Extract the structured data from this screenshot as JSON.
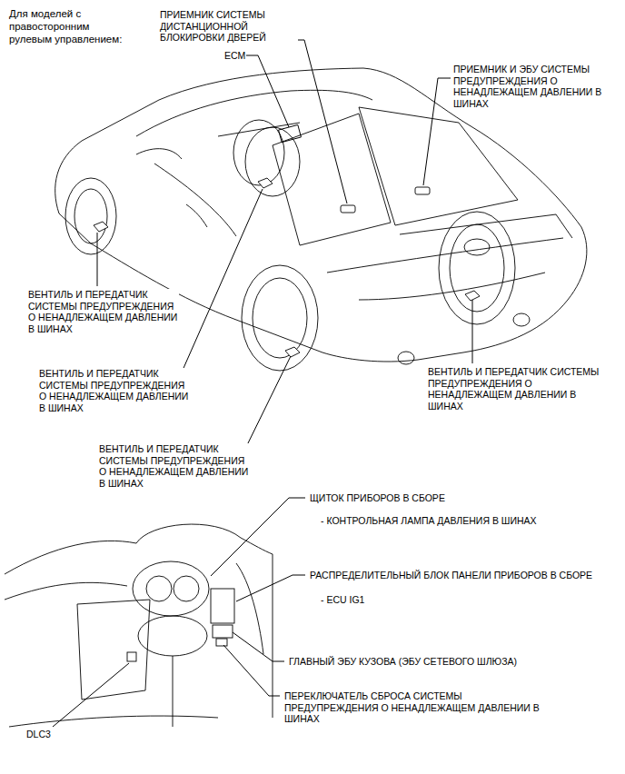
{
  "diagram": {
    "title": "Для моделей с правосторонним рулевым управлением:",
    "labels": [
      "ПРИЕМНИК СИСТЕМЫ ДИСТАНЦИОННОЙ БЛОКИРОВКИ ДВЕРЕЙ",
      "ECM",
      "ПРИЕМНИК И ЭБУ СИСТЕМЫ ПРЕДУПРЕЖДЕНИЯ О НЕНАДЛЕЖАЩЕМ ДАВЛЕНИИ В ШИНАХ",
      "ВЕНТИЛЬ И ПЕРЕДАТЧИК СИСТЕМЫ ПРЕДУПРЕЖДЕНИЯ О НЕНАДЛЕЖАЩЕМ ДАВЛЕНИИ В ШИНАХ",
      "ВЕНТИЛЬ И ПЕРЕДАТЧИК СИСТЕМЫ ПРЕДУПРЕЖДЕНИЯ О НЕНАДЛЕЖАЩЕМ ДАВЛЕНИИ В ШИНАХ",
      "ВЕНТИЛЬ И ПЕРЕДАТЧИК СИСТЕМЫ ПРЕДУПРЕЖДЕНИЯ О НЕНАДЛЕЖАЩЕМ ДАВЛЕНИИ В ШИНАХ",
      "ВЕНТИЛЬ И ПЕРЕДАТЧИК СИСТЕМЫ ПРЕДУПРЕЖДЕНИЯ О НЕНАДЛЕЖАЩЕМ ДАВЛЕНИИ В ШИНАХ",
      "ЩИТОК ПРИБОРОВ В СБОРЕ",
      "- КОНТРОЛЬНАЯ ЛАМПА ДАВЛЕНИЯ В ШИНАХ",
      "РАСПРЕДЕЛИТЕЛЬНЫЙ БЛОК ПАНЕЛИ ПРИБОРОВ В СБОРЕ",
      "- ECU IG1",
      "ГЛАВНЫЙ ЭБУ КУЗОВА (ЭБУ СЕТЕВОГО ШЛЮЗА)",
      "ПЕРЕКЛЮЧАТЕЛЬ СБРОСА СИСТЕМЫ ПРЕДУПРЕЖДЕНИЯ О НЕНАДЛЕЖАЩЕМ ДАВЛЕНИИ В ШИНАХ",
      "DLC3"
    ]
  }
}
